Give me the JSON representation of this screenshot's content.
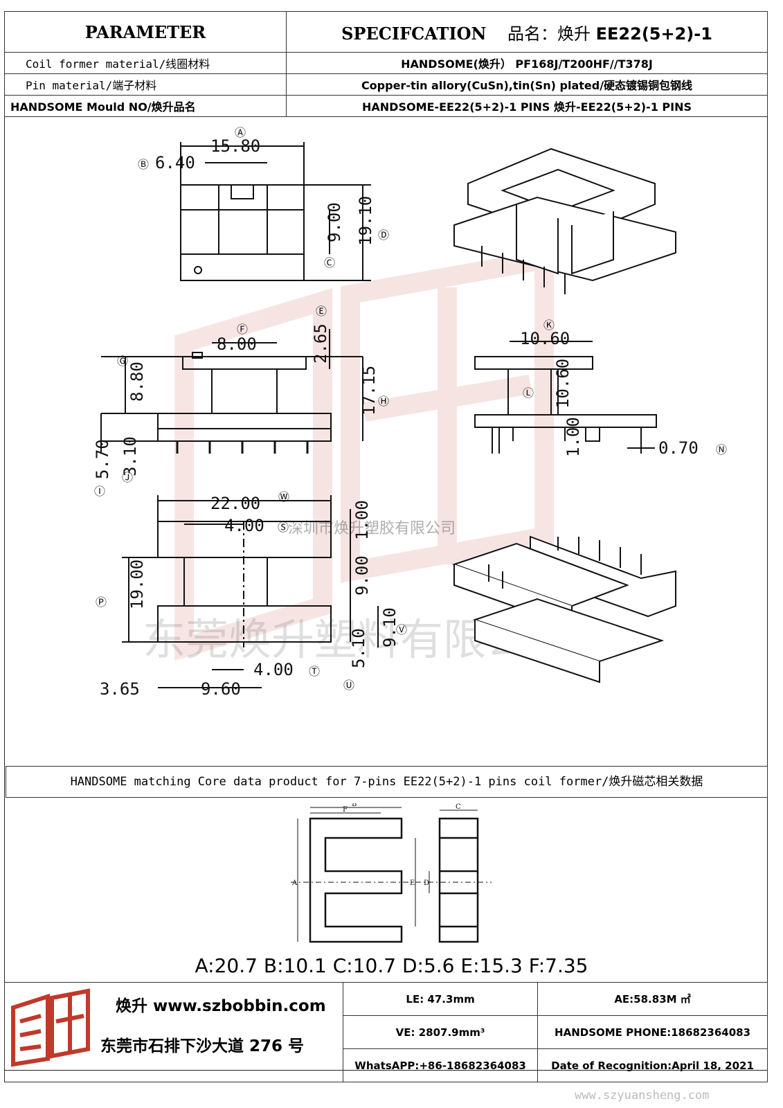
{
  "header": {
    "parameter_label": "PARAMETER",
    "spec_label": "SPECIFCATION",
    "product_name_label": "品名：焕升",
    "product_name": "EE22(5+2)-1",
    "rows": [
      {
        "label": "Coil former material/线圈材料",
        "value": "HANDSOME(焕升）   PF168J/T200HF//T378J"
      },
      {
        "label": "Pin material/端子材料",
        "value": "Copper-tin allory(CuSn),tin(Sn) plated/硬态镀锡铜包钢线"
      },
      {
        "label": "HANDSOME Mould NO/焕升品名",
        "value": "HANDSOME-EE22(5+2)-1 PINS     焕升-EE22(5+2)-1 PINS"
      }
    ]
  },
  "dimensions": {
    "A": "15.80",
    "B": "6.40",
    "C": "9.00",
    "D": "19.10",
    "E": "2.65",
    "F": "8.00",
    "G": "8.80",
    "H": "17.15",
    "I": "5.70",
    "J": "3.10",
    "K": "10.60",
    "L": "10.60",
    "M": "1.00",
    "N": "0.70",
    "W": "22.00",
    "S": "4.00",
    "T": "4.00",
    "P": "19.00",
    "R": "1.00",
    "Q": "9.00",
    "U": "5.10",
    "V": "9.10",
    "X1": "3.65",
    "X2": "9.60"
  },
  "watermarks": {
    "line1": "深圳市焕升塑胶有限公司",
    "line2": "东莞焕升塑料有限公司",
    "site": "www.szyuansheng.com"
  },
  "core": {
    "caption": "HANDSOME matching Core data  product for 7-pins EE22(5+2)-1 pins coil former/焕升磁芯相关数据",
    "values": "A:20.7 B:10.1 C:10.7 D:5.6 E:15.3 F:7.35",
    "labels": {
      "a": "A",
      "b": "B",
      "c": "C",
      "d": "D",
      "e": "E",
      "f": "F"
    }
  },
  "footer": {
    "brand": "焕升  www.szbobbin.com",
    "address": "东莞市石排下沙大道 276 号",
    "le": "LE: 47.3mm",
    "ae": "AE:58.83M ㎡",
    "ve": "VE:    2807.9mm³",
    "phone": "HANDSOME PHONE:18682364083",
    "whatsapp": "WhatsAPP:+86-18682364083",
    "date": "Date of Recognition:April 18, 2021"
  }
}
